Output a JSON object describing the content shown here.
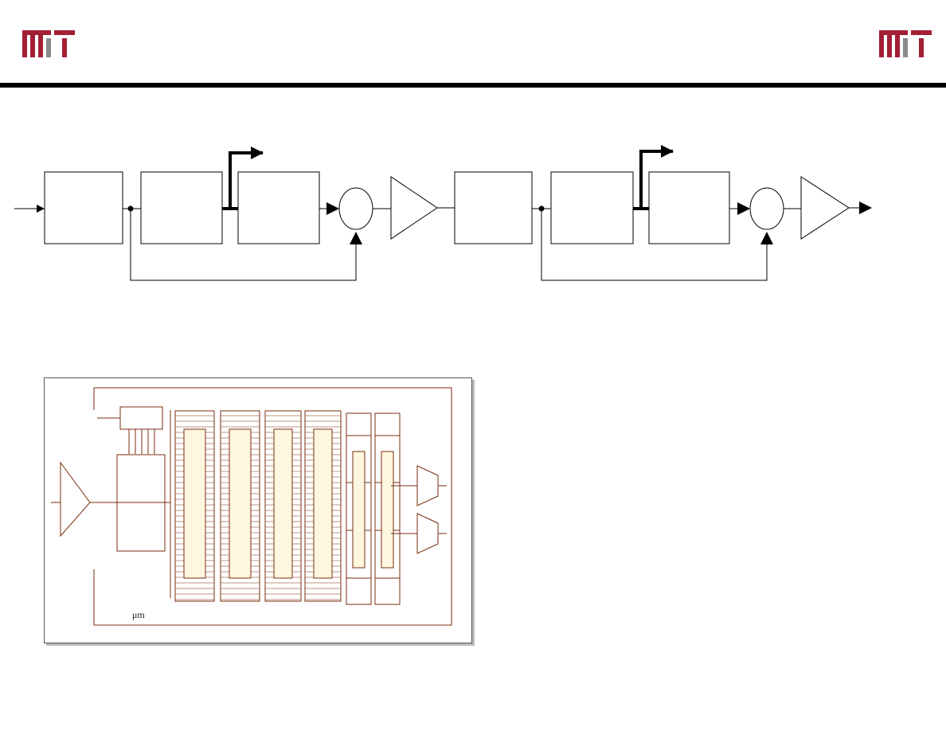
{
  "header": {
    "logo_text": "MIT",
    "logo_color": "#a31f34",
    "logo_gray": "#8a8b8c",
    "rule_color": "#000000"
  },
  "block_diagram": {
    "stroke_color": "#000000",
    "stages": 2
  },
  "chip_layout": {
    "stroke_color": "#7a2e0e",
    "fill_color": "#fff6df",
    "unit_label": "μm"
  }
}
